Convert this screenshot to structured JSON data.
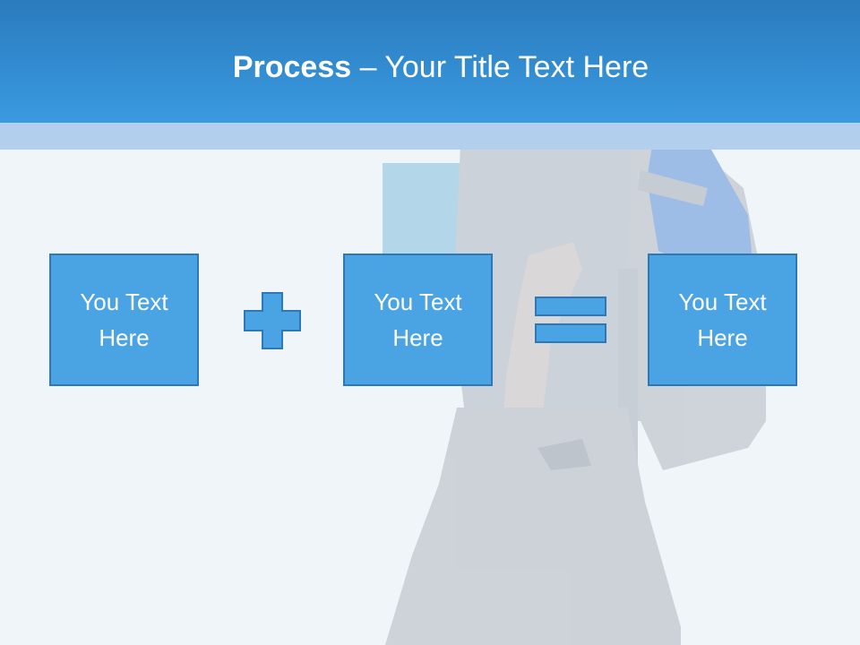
{
  "slide": {
    "title_bold": "Process",
    "title_dash": " – ",
    "title_rest": "Your Title Text Here"
  },
  "boxes": [
    {
      "text": "You Text Here"
    },
    {
      "text": "You Text Here"
    },
    {
      "text": "You Text Here"
    }
  ],
  "operators": [
    "plus-icon",
    "equals-icon"
  ],
  "colors": {
    "header_top": "#2a7bbd",
    "header_bottom": "#3a9ae0",
    "band": "#b3cfee",
    "box_fill": "#4aa3e2",
    "box_border": "#2f78b7",
    "background": "#f0f5f9"
  }
}
